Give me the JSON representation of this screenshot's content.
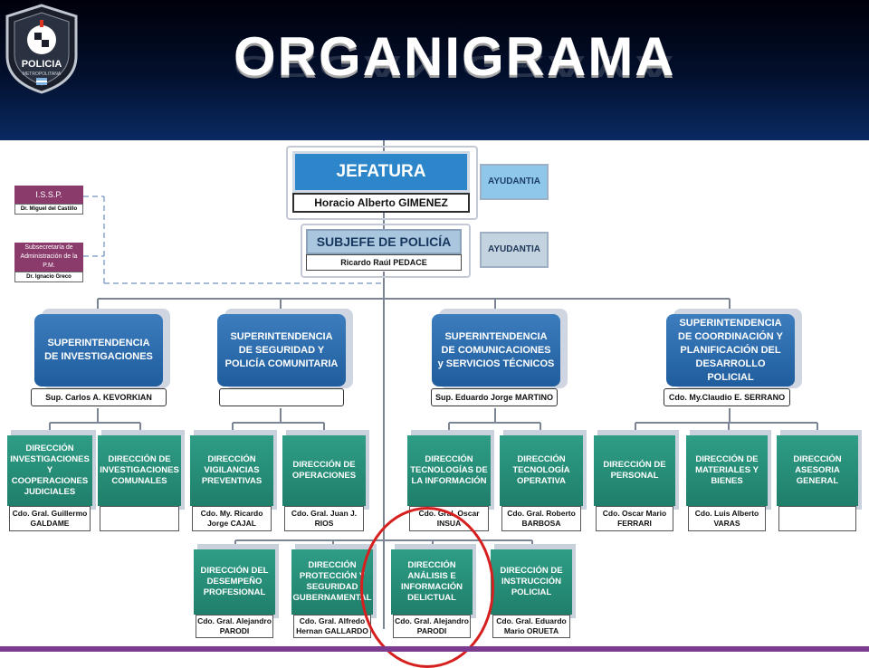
{
  "header": {
    "title": "ORGANIGRAMA",
    "logo_text": "POLICIA",
    "logo_subtext": "METROPOLITANA"
  },
  "colors": {
    "header_dark": "#02102e",
    "blue": "#2d7fc1",
    "teal": "#1f7f6a",
    "purple": "#8a3a6b",
    "highlight_circle": "#d62020"
  },
  "top": {
    "jefatura": {
      "title": "JEFATURA",
      "name": "Horacio Alberto GIMENEZ"
    },
    "ayudantia_1": "AYUDANTIA",
    "subjefe": {
      "title": "SUBJEFE DE POLICÍA",
      "name": "Ricardo Raúl PEDACE"
    },
    "ayudantia_2": "AYUDANTIA",
    "issp": {
      "title": "I.S.S.P.",
      "name": "Dr. Miguel del Castillo"
    },
    "subsecretaria": {
      "title": "Subsecretaría de Administración de la P.M.",
      "name": "Dr. Ignacio Greco"
    }
  },
  "superintendencias": [
    {
      "title": "SUPERINTENDENCIA DE INVESTIGACIONES",
      "name": "Sup. Carlos A. KEVORKIAN"
    },
    {
      "title": "SUPERINTENDENCIA DE SEGURIDAD Y POLICÍA COMUNITARIA",
      "name": ""
    },
    {
      "title": "SUPERINTENDENCIA DE COMUNICACIONES y SERVICIOS TÉCNICOS",
      "name": "Sup. Eduardo Jorge MARTINO"
    },
    {
      "title": "SUPERINTENDENCIA DE COORDINACIÓN Y PLANIFICACIÓN DEL DESARROLLO POLICIAL",
      "name": "Cdo. My.Claudio E. SERRANO"
    }
  ],
  "direcciones": [
    {
      "title": "DIRECCIÓN INVESTIGACIONES Y COOPERACIONES JUDICIALES",
      "name": "Cdo. Gral. Guillermo GALDAME"
    },
    {
      "title": "DIRECCIÓN DE INVESTIGACIONES COMUNALES",
      "name": ""
    },
    {
      "title": "DIRECCIÓN VIGILANCIAS PREVENTIVAS",
      "name": "Cdo. My. Ricardo Jorge CAJAL"
    },
    {
      "title": "DIRECCIÓN DE OPERACIONES",
      "name": "Cdo. Gral. Juan J. RIOS"
    },
    {
      "title": "DIRECCIÓN TECNOLOGÍAS DE LA INFORMACIÓN",
      "name": "Cdo. Gral. Oscar INSUA"
    },
    {
      "title": "DIRECCIÓN TECNOLOGÍA OPERATIVA",
      "name": "Cdo. Gral. Roberto BARBOSA"
    },
    {
      "title": "DIRECCIÓN DE PERSONAL",
      "name": "Cdo. Oscar Mario FERRARI"
    },
    {
      "title": "DIRECCIÓN DE MATERIALES Y BIENES",
      "name": "Cdo. Luis Alberto VARAS"
    },
    {
      "title": "DIRECCIÓN ASESORIA GENERAL",
      "name": ""
    }
  ],
  "direcciones_inferiores": [
    {
      "title": "DIRECCIÓN DEL DESEMPEÑO PROFESIONAL",
      "name": "Cdo. Gral. Alejandro PARODI"
    },
    {
      "title": "DIRECCIÓN PROTECCIÓN Y SEGURIDAD GUBERNAMENTAL",
      "name": "Cdo. Gral. Alfredo Hernan GALLARDO"
    },
    {
      "title": "DIRECCIÓN ANÁLISIS E INFORMACIÓN DELICTUAL",
      "name": "Cdo. Gral. Alejandro PARODI"
    },
    {
      "title": "DIRECCIÓN DE INSTRUCCIÓN POLICIAL",
      "name": "Cdo. Gral. Eduardo Mario ORUETA"
    }
  ]
}
